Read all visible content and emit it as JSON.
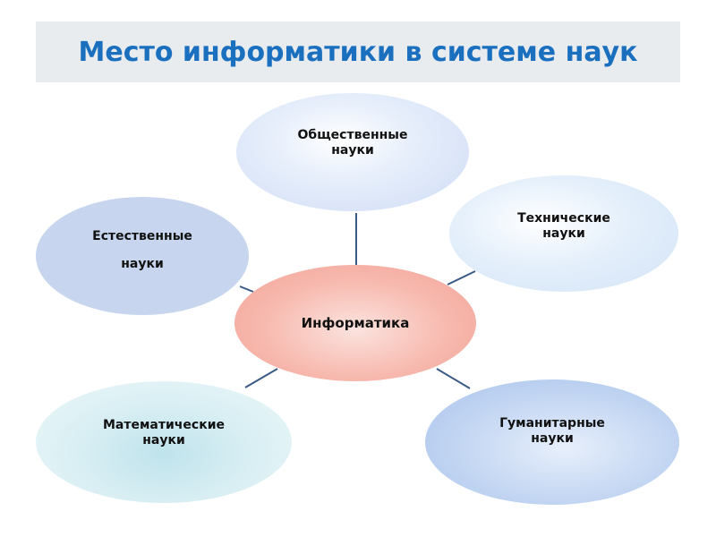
{
  "title": "Место информатики в системе наук",
  "diagram": {
    "center": {
      "label": "Информатика",
      "icon": "none"
    },
    "nodes": {
      "social": {
        "line1": "Общественные",
        "line2": "науки"
      },
      "technical": {
        "line1": "Технические",
        "line2": "науки"
      },
      "natural": {
        "line1": "Естественные",
        "line2": "науки"
      },
      "math": {
        "line1": "Математические",
        "line2": "науки"
      },
      "humanities": {
        "line1": "Гуманитарные",
        "line2": "науки"
      }
    },
    "colors": {
      "title": "#1a6fbf",
      "title_background": "#e9ecee",
      "connector": "#3a5a86",
      "center_fill": "#f7b8ad",
      "natural_fill": "#c7d6ee"
    }
  }
}
